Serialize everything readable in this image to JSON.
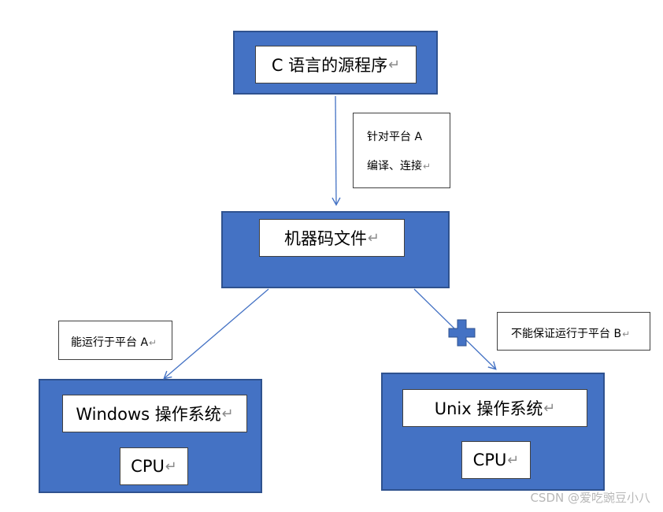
{
  "nodes": {
    "source": {
      "label": "C 语言的源程序"
    },
    "machine": {
      "label": "机器码文件"
    },
    "windows": {
      "label": "Windows 操作系统",
      "cpu": "CPU"
    },
    "unix": {
      "label": "Unix 操作系统",
      "cpu": "CPU"
    }
  },
  "notes": {
    "compile": {
      "line1": "针对平台 A",
      "line2": "编译、连接"
    },
    "run_a": {
      "label": "能运行于平台 A"
    },
    "run_b": {
      "label": "不能保证运行于平台 B"
    }
  },
  "watermark": "CSDN @爱吃豌豆小八",
  "colors": {
    "box_fill": "#4472c4",
    "box_border": "#2f528f",
    "arrow": "#4472c4"
  },
  "icons": {
    "return_mark": "↵",
    "cross": "plus-cross-icon"
  }
}
